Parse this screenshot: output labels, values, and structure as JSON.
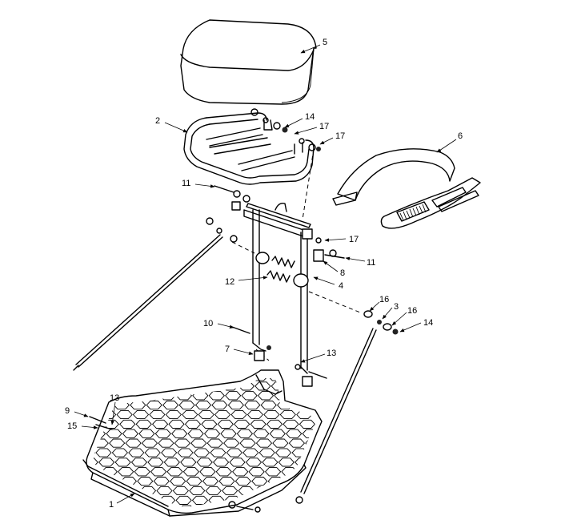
{
  "callouts": {
    "c1": "1",
    "c2": "2",
    "c3": "3",
    "c4": "4",
    "c5": "5",
    "c6": "6",
    "c7": "7",
    "c8": "8",
    "c9": "9",
    "c10": "10",
    "c11a": "11",
    "c11b": "11",
    "c12": "12",
    "c13a": "13",
    "c13b": "13",
    "c14a": "14",
    "c14b": "14",
    "c15": "15",
    "c16a": "16",
    "c16b": "16",
    "c17a": "17",
    "c17b": "17",
    "c17c": "17"
  },
  "colors": {
    "ink": "#000000",
    "background": "#ffffff"
  }
}
